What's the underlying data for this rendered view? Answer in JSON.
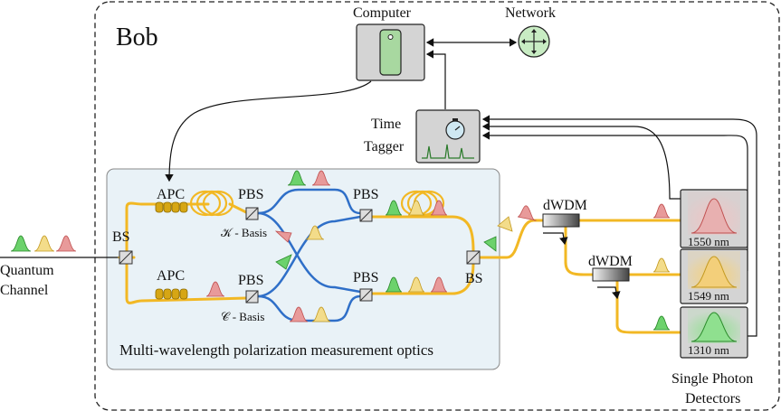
{
  "title": "Bob",
  "labels": {
    "computer": "Computer",
    "network": "Network",
    "time_tagger_line1": "Time",
    "time_tagger_line2": "Tagger",
    "quantum_channel_line1": "Quantum",
    "quantum_channel_line2": "Channel",
    "bs_in": "BS",
    "bs_out": "BS",
    "apc_top": "APC",
    "apc_bottom": "APC",
    "pbs_k": "PBS",
    "pbs_c": "PBS",
    "pbs_right_top": "PBS",
    "pbs_right_bottom": "PBS",
    "k_basis": "𝒦 - Basis",
    "c_basis": "𝒞 - Basis",
    "optics_caption": "Multi-wavelength polarization measurement optics",
    "dwdm1": "dWDM",
    "dwdm2": "dWDM",
    "det1": "1550 nm",
    "det2": "1549 nm",
    "det3": "1310 nm",
    "spd_line1": "Single Photon",
    "spd_line2": "Detectors"
  },
  "colors": {
    "fiber": "#f2b824",
    "fiber_blue": "#2f6fc8",
    "pulse_green": "#6cd26c",
    "pulse_yellow": "#f3dc8a",
    "pulse_red": "#e89a9a",
    "optics_box": "#e9f2f7",
    "device_gray": "#d4d4d4",
    "computer_screen": "#a8d8a0",
    "network_circle": "#c8ecc3"
  }
}
